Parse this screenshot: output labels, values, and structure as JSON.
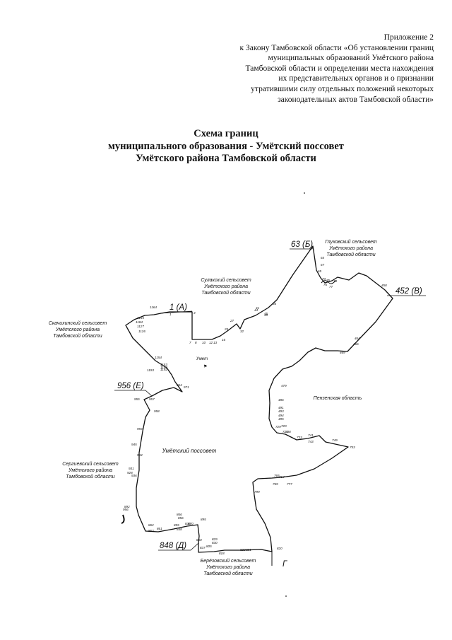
{
  "header": {
    "lines": [
      "Приложение 2",
      "к Закону Тамбовской области «Об установлении границ",
      "муниципальных образований Умётского района",
      "Тамбовской области и определении места нахождения",
      "их представительных органов и о признании",
      "утратившими силу отдельных положений некоторых",
      "законодательных актов Тамбовской области»"
    ]
  },
  "title": {
    "lines": [
      "Схема границ",
      "муниципального образования - Умётский поссовет",
      "Умётского района Тамбовской области"
    ]
  },
  "map": {
    "callouts": {
      "a": "1 (А)",
      "b": "63 (Б)",
      "v": "452 (В)",
      "g": "Г",
      "d": "848 (Д)",
      "e": "956 (Е)"
    },
    "regions": {
      "glukhovsky": [
        "Глуховский сельсовет",
        "Умётского района",
        "Тамбовской области"
      ],
      "sukhovsky": [
        "Сулакский сельсовет",
        "Умётского района",
        "Тамбовской области"
      ],
      "skanchikhinsky": [
        "Скачихинский сельсовет",
        "Умётского района",
        "Тамбовской области"
      ],
      "sergievsky": [
        "Сергиевский сельсовет",
        "Умётского района",
        "Тамбовской области"
      ],
      "berezovsky": [
        "Берёзовский сельсовет",
        "Умётского района",
        "Тамбовской области"
      ],
      "penza": "Пензенская область",
      "posyolok": "Умётский поссовет",
      "umet": "Умет"
    },
    "vertices": [
      "1",
      "3",
      "7",
      "8",
      "10",
      "12",
      "13",
      "16",
      "25",
      "27",
      "32",
      "41",
      "44",
      "45",
      "49",
      "56",
      "64",
      "65",
      "67",
      "73",
      "75",
      "76",
      "77",
      "78",
      "1155",
      "1154",
      "1153",
      "1152",
      "1126",
      "1127",
      "1193",
      "1192",
      "1184",
      "1164",
      "458",
      "464",
      "466",
      "469",
      "479",
      "486",
      "491",
      "493",
      "494",
      "495",
      "720",
      "723",
      "729",
      "733",
      "738",
      "741",
      "743",
      "749",
      "753",
      "764",
      "765",
      "769",
      "777",
      "799",
      "805",
      "818",
      "820",
      "821",
      "822",
      "829",
      "830",
      "836",
      "837",
      "848",
      "850",
      "855",
      "856",
      "861",
      "862",
      "863",
      "866",
      "870",
      "892",
      "895",
      "928",
      "931",
      "936",
      "944",
      "945",
      "955",
      "956",
      "957",
      "958",
      "964",
      "971",
      "993"
    ]
  }
}
